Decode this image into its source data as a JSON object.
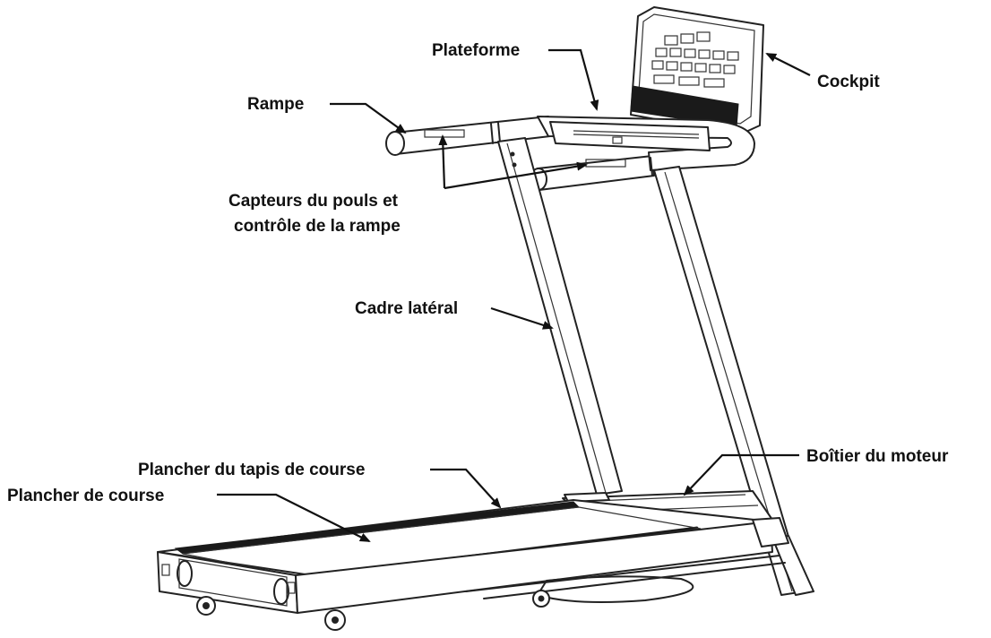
{
  "labels": {
    "plateforme": "Plateforme",
    "cockpit": "Cockpit",
    "rampe": "Rampe",
    "capteurs_line1": "Capteurs du pouls et",
    "capteurs_line2": "contrôle de la rampe",
    "cadre_lateral": "Cadre latéral",
    "plancher_tapis": "Plancher du tapis de course",
    "plancher_course": "Plancher de course",
    "boitier_moteur": "Boîtier du moteur"
  },
  "colors": {
    "line": "#222222",
    "text": "#111111",
    "background": "#ffffff"
  }
}
